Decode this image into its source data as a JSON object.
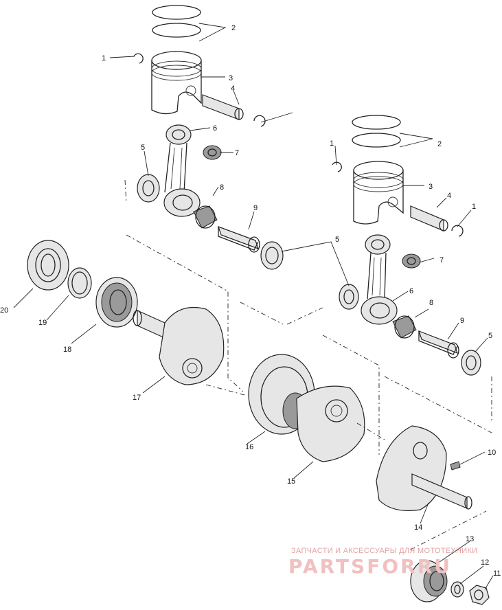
{
  "diagram": {
    "callouts": [
      "2",
      "1",
      "3",
      "4",
      "6",
      "5",
      "7",
      "8",
      "9",
      "20",
      "19",
      "18",
      "17",
      "2",
      "1",
      "3",
      "4",
      "1",
      "5",
      "7",
      "6",
      "8",
      "9",
      "5",
      "16",
      "15",
      "10",
      "14",
      "13",
      "12",
      "11"
    ]
  },
  "watermark": {
    "subtitle": "ЗАПЧАСТИ И АКСЕССУАРЫ ДЛЯ МОТОТЕХНИКИ",
    "brand": "PARTSFORRU"
  }
}
